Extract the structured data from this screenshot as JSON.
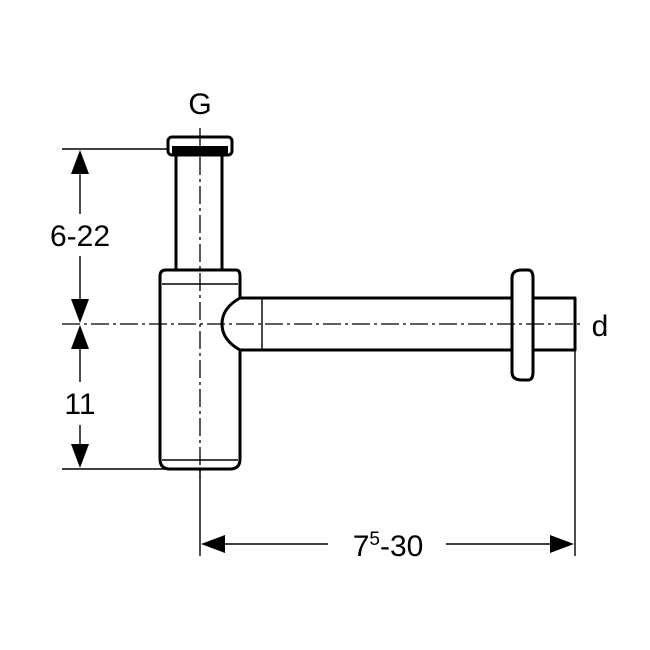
{
  "labels": {
    "top_connection": "G",
    "outlet_diameter": "d",
    "height_range": "6-22",
    "lower_height": "11",
    "length_main": "7",
    "length_sup": "5",
    "length_rest": "-30"
  },
  "colors": {
    "line": "#000000",
    "background": "#ffffff"
  }
}
